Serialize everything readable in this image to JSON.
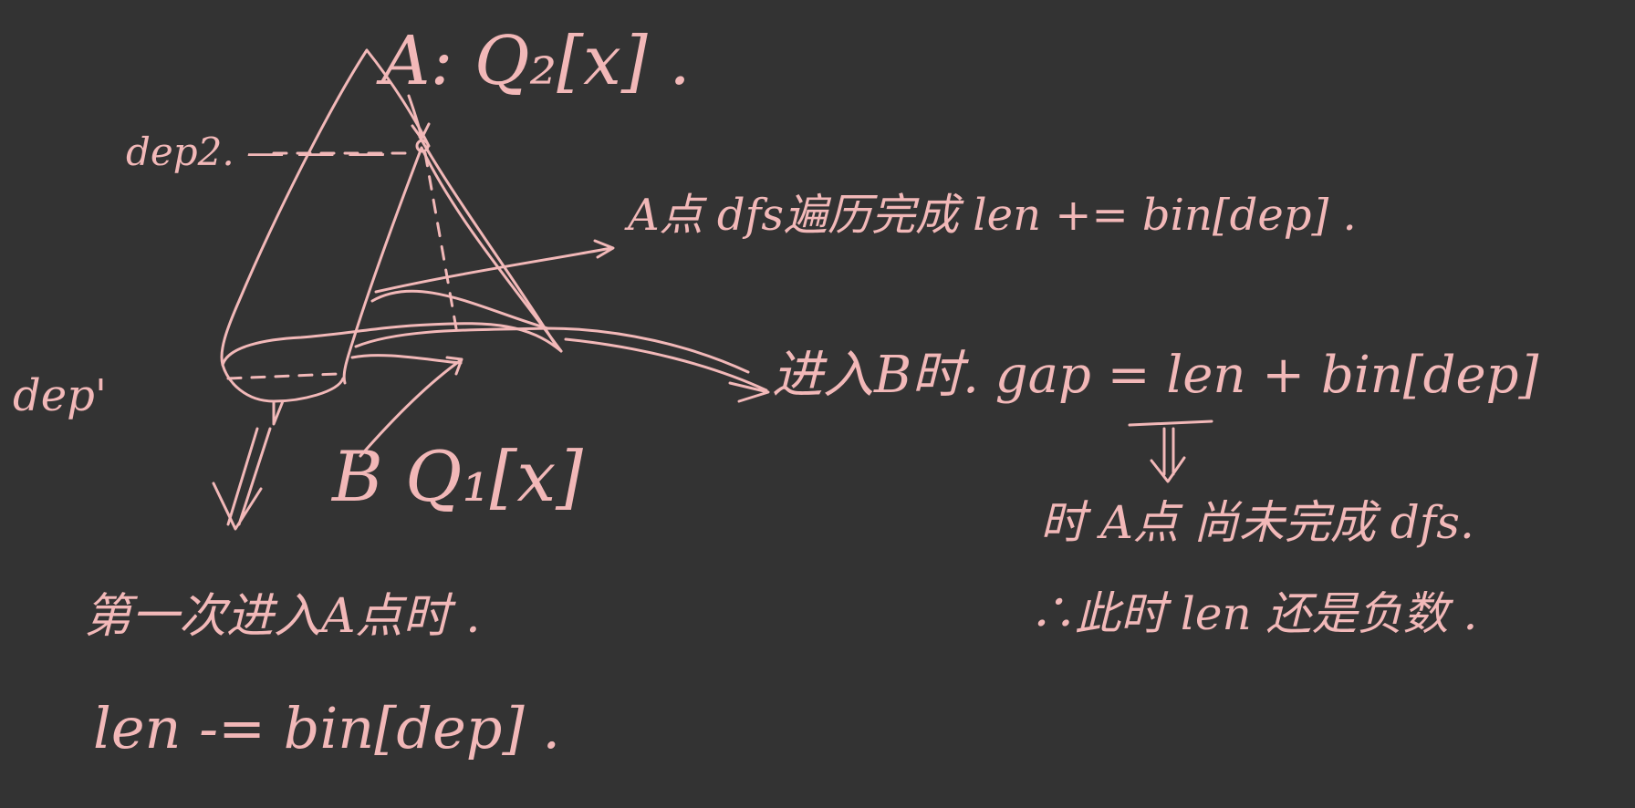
{
  "board": {
    "background": "#333333",
    "ink": "#f2b8b8"
  },
  "labels": {
    "node_a": "A: Q₂[x] .",
    "depth_a": "dep2. — — —",
    "depth_b": "dep'",
    "node_b": "B Q₁[x]",
    "a_dfs_done": "A点 dfs遍历完成 len += bin[dep] .",
    "enter_b": "进入B时. gap = len + bin[dep]",
    "a_not_done": "时 A点 尚未完成 dfs.",
    "len_negative": "∴此时 len 还是负数 .",
    "first_enter_a": "第一次进入A点时 .",
    "len_minus": "len -= bin[dep] ."
  }
}
